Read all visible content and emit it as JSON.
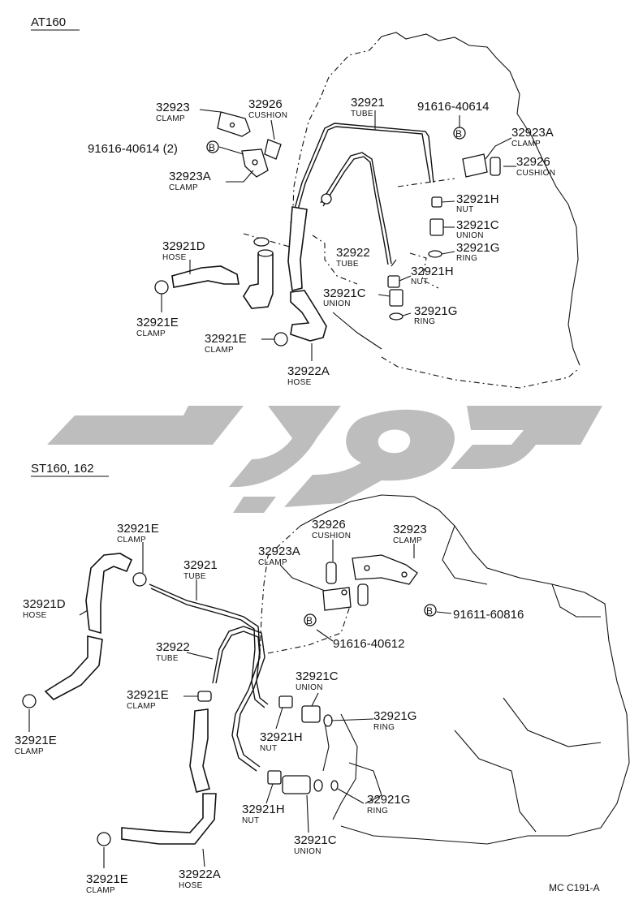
{
  "sections": [
    {
      "id": "at160",
      "label": "AT160"
    },
    {
      "id": "st160",
      "label": "ST160, 162"
    }
  ],
  "bolt_symbol": "B",
  "watermark_text": "تویوتا",
  "labels_top": [
    {
      "part": "32923",
      "name": "CLAMP"
    },
    {
      "part": "32926",
      "name": "CUSHION"
    },
    {
      "part": "91616-40614 (2)",
      "name": ""
    },
    {
      "part": "32923A",
      "name": "CLAMP"
    },
    {
      "part": "32921",
      "name": "TUBE"
    },
    {
      "part": "91616-40614",
      "name": ""
    },
    {
      "part": "32923A",
      "name": "CLAMP"
    },
    {
      "part": "32926",
      "name": "CUSHION"
    },
    {
      "part": "32921H",
      "name": "NUT"
    },
    {
      "part": "32921C",
      "name": "UNION"
    },
    {
      "part": "32921G",
      "name": "RING"
    },
    {
      "part": "32922",
      "name": "TUBE"
    },
    {
      "part": "32921H",
      "name": "NUT"
    },
    {
      "part": "32921C",
      "name": "UNION"
    },
    {
      "part": "32921G",
      "name": "RING"
    },
    {
      "part": "32921D",
      "name": "HOSE"
    },
    {
      "part": "32921E",
      "name": "CLAMP"
    },
    {
      "part": "32921E",
      "name": "CLAMP"
    },
    {
      "part": "32922A",
      "name": "HOSE"
    }
  ],
  "labels_bottom": [
    {
      "part": "32921E",
      "name": "CLAMP"
    },
    {
      "part": "32921",
      "name": "TUBE"
    },
    {
      "part": "32923A",
      "name": "CLAMP"
    },
    {
      "part": "32926",
      "name": "CUSHION"
    },
    {
      "part": "32923",
      "name": "CLAMP"
    },
    {
      "part": "91611-60816",
      "name": ""
    },
    {
      "part": "32921D",
      "name": "HOSE"
    },
    {
      "part": "91616-40612",
      "name": ""
    },
    {
      "part": "32922",
      "name": "TUBE"
    },
    {
      "part": "32921E",
      "name": "CLAMP"
    },
    {
      "part": "32921C",
      "name": "UNION"
    },
    {
      "part": "32921G",
      "name": "RING"
    },
    {
      "part": "32921E",
      "name": "CLAMP"
    },
    {
      "part": "32921H",
      "name": "NUT"
    },
    {
      "part": "32921G",
      "name": "RING"
    },
    {
      "part": "32921H",
      "name": "NUT"
    },
    {
      "part": "32921C",
      "name": "UNION"
    },
    {
      "part": "32921E",
      "name": "CLAMP"
    },
    {
      "part": "32922A",
      "name": "HOSE"
    }
  ],
  "figure_code": "MC C191-A"
}
